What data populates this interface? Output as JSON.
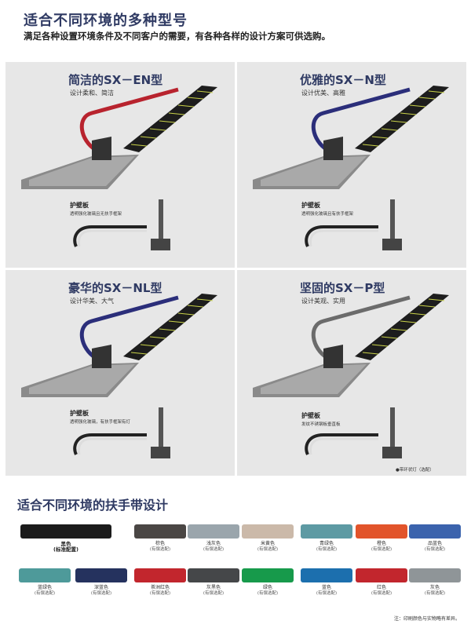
{
  "header": {
    "title": "适合不同环境的多种型号",
    "subtitle": "满足各种设置环境条件及不同客户的需要，有各种各样的设计方案可供选购。"
  },
  "models": [
    {
      "title": "简洁的SX－EN型",
      "desc": "设计柔和、简洁",
      "note_title": "护壁板",
      "note_desc": "透明强化玻璃且无扶手框架",
      "handrail_color": "#b8232e"
    },
    {
      "title": "优雅的SX－N型",
      "desc": "设计优美、高雅",
      "note_title": "护壁板",
      "note_desc": "透明强化玻璃且有扶手框架",
      "handrail_color": "#2b2e7a"
    },
    {
      "title": "豪华的SX－NL型",
      "desc": "设计华美、大气",
      "note_title": "护壁板",
      "note_desc": "透明强化玻璃，有扶手框架有灯",
      "handrail_color": "#2b2e7a"
    },
    {
      "title": "坚固的SX－P型",
      "desc": "设计美观、实用",
      "note_title": "护壁板",
      "note_desc": "发纹不锈钢板垂直板",
      "extra": "●带环状灯（选配）",
      "handrail_color": "#6b6b6b"
    }
  ],
  "handrail_section": {
    "title": "适合不同环境的扶手带设计"
  },
  "swatches": [
    {
      "name": "黑色",
      "note": "(标准配置)",
      "color": "#1b1b1b"
    },
    {
      "name": "棕色",
      "note": "(有偿选配)",
      "color": "#4a4644"
    },
    {
      "name": "浅灰色",
      "note": "(有偿选配)",
      "color": "#9aa5ac"
    },
    {
      "name": "米黄色",
      "note": "(有偿选配)",
      "color": "#cbb9a9"
    },
    {
      "name": "青绿色",
      "note": "(有偿选配)",
      "color": "#5d9aa3"
    },
    {
      "name": "橙色",
      "note": "(有偿选配)",
      "color": "#e2542b"
    },
    {
      "name": "品蓝色",
      "note": "(有偿选配)",
      "color": "#3b63ad"
    },
    {
      "name": "蓝绿色",
      "note": "(有偿选配)",
      "color": "#4e9a9a"
    },
    {
      "name": "深蓝色",
      "note": "(有偿选配)",
      "color": "#25325e"
    },
    {
      "name": "茶洲红色",
      "note": "(有偿选配)",
      "color": "#c2262d"
    },
    {
      "name": "灰黑色",
      "note": "(有偿选配)",
      "color": "#454749"
    },
    {
      "name": "绿色",
      "note": "(有偿选配)",
      "color": "#179a4b"
    },
    {
      "name": "蓝色",
      "note": "(有偿选配)",
      "color": "#1c6fae"
    },
    {
      "name": "红色",
      "note": "(有偿选配)",
      "color": "#c2262d"
    },
    {
      "name": "灰色",
      "note": "(有偿选配)",
      "color": "#8f9598"
    }
  ],
  "footnote": "注：印刷颜色与实物略有差异。"
}
